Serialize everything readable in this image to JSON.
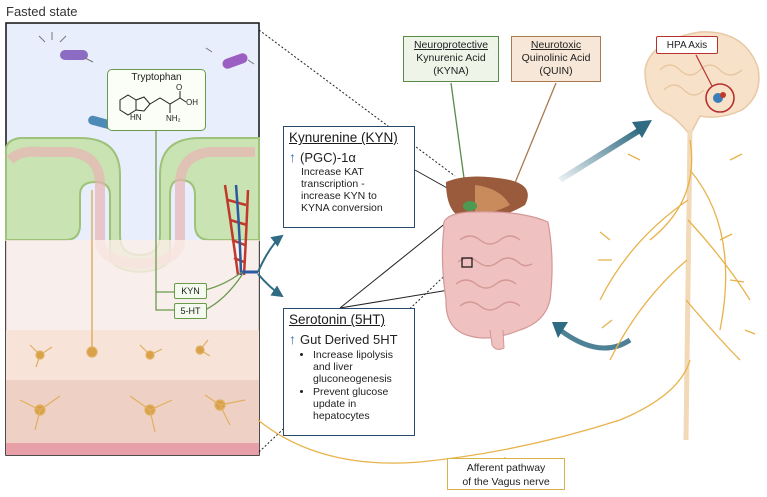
{
  "title": "Fasted state",
  "tryptophan": {
    "label": "Tryptophan",
    "atoms": {
      "oh": "OH",
      "o": "O",
      "nh2": "NH₂",
      "hn": "HN"
    }
  },
  "chips": {
    "kyn": "KYN",
    "serotonin": "5-HT"
  },
  "kynurenine_box": {
    "heading": "Kynurenine (KYN)",
    "sub": "(PGC)-1α",
    "body": [
      "Increase KAT",
      "transcription -",
      "increase KYN to",
      "KYNA conversion"
    ]
  },
  "serotonin_box": {
    "heading": "Serotonin (5HT)",
    "sub": "Gut Derived 5HT",
    "bullets": [
      "Increase lipolysis and liver gluconeogenesis",
      "Prevent glucose update in hepatocytes"
    ]
  },
  "neuroprotective": {
    "title": "Neuroprotective",
    "line1": "Kynurenic Acid",
    "line2": "(KYNA)"
  },
  "neurotoxic": {
    "title": "Neurotoxic",
    "line1": "Quinolinic Acid",
    "line2": "(QUIN)"
  },
  "hpa": {
    "label": "HPA Axis"
  },
  "afferent": {
    "line1": "Afferent pathway",
    "line2": "of the Vagus nerve"
  },
  "colors": {
    "arrow_blue": "#2f6b82",
    "nerve_yellow": "#e8b24a",
    "box_border": "#2b4a6b"
  },
  "icons": [
    "up-arrow-icon",
    "bacteria-icon",
    "neuron-icon",
    "brain-icon",
    "liver-icon",
    "intestine-icon"
  ]
}
